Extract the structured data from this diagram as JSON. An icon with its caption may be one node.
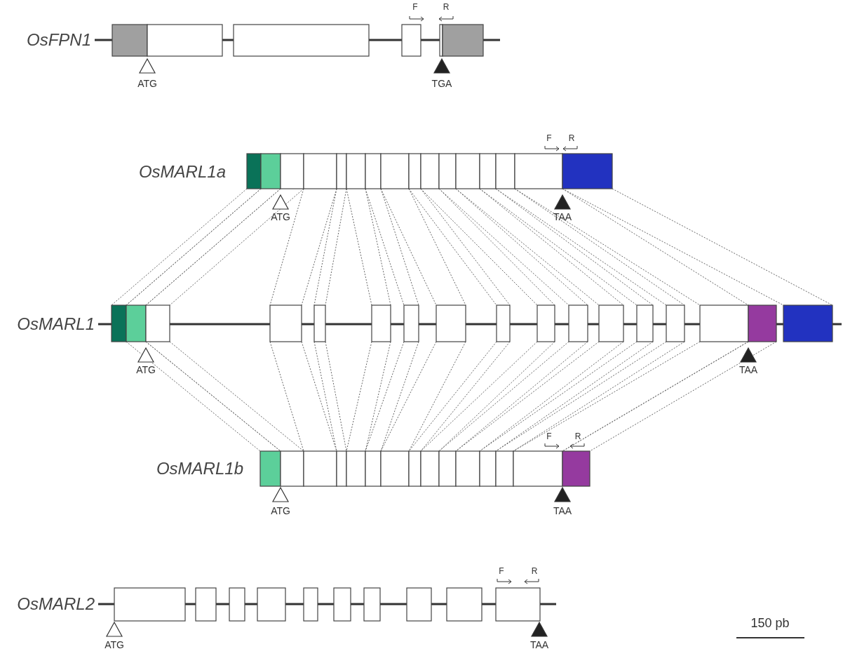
{
  "diagram": {
    "nodes": [
      {
        "text": [],
        "shape": "box"
      },
      {
        "text": [],
        "shape": "box"
      },
      {
        "text": [],
        "shape": "box"
      },
      {
        "text": [],
        "shape": "box"
      },
      {
        "text": [],
        "shape": "box"
      },
      {
        "text": [],
        "shape": "box"
      },
      {
        "text": [],
        "shape": "box"
      },
      {
        "text": [],
        "shape": "box"
      },
      {
        "text": [],
        "shape": "box"
      },
      {
        "text": [],
        "shape": "box"
      },
      {
        "text": [],
        "shape": "box"
      },
      {
        "text": [],
        "shape": "box"
      },
      {
        "text": [],
        "shape": "box"
      },
      {
        "text": [],
        "shape": "box"
      },
      {
        "text": [],
        "shape": "box"
      },
      {
        "text": [],
        "shape": "box"
      },
      {
        "text": [],
        "shape": "box"
      },
      {
        "text": [],
        "shape": "box"
      },
      {
        "text": [],
        "shape": "box"
      },
      {
        "text": [],
        "shape": "box"
      },
      {
        "text": [],
        "shape": "box"
      },
      {
        "text": [],
        "shape": "box"
      },
      {
        "text": [],
        "shape": "box"
      },
      {
        "text": [],
        "shape": "box"
      },
      {
        "text": [],
        "shape": "box"
      },
      {
        "text": [],
        "shape": "box"
      },
      {
        "text": [],
        "shape": "box"
      },
      {
        "text": [],
        "shape": "box"
      },
      {
        "text": [],
        "shape": "box"
      },
      {
        "text": [],
        "shape": "box"
      },
      {
        "text": [],
        "shape": "box"
      },
      {
        "text": [],
        "shape": "box"
      },
      {
        "text": [],
        "shape": "box"
      },
      {
        "text": [],
        "shape": "box"
      },
      {
        "text": [],
        "shape": "box"
      },
      {
        "text": [],
        "shape": "box"
      },
      {
        "text": [],
        "shape": "box"
      },
      {
        "text": [],
        "shape": "box"
      },
      {
        "text": [],
        "shape": "box"
      },
      {
        "text": [],
        "shape": "box"
      },
      {
        "text": [],
        "shape": "box"
      },
      {
        "text": [],
        "shape": "box"
      },
      {
        "text": [],
        "shape": "box"
      },
      {
        "text": [],
        "shape": "box"
      },
      {
        "text": [],
        "shape": "box"
      },
      {
        "text": [],
        "shape": "box"
      },
      {
        "text": [],
        "shape": "box"
      },
      {
        "text": [],
        "shape": "box"
      }
    ],
    "edges": [
      {
        "from": 0,
        "to": 16,
        "arrow": "none",
        "style": "dashed"
      },
      {
        "from": 0,
        "to": 16,
        "arrow": "none",
        "style": "dashed"
      },
      {
        "from": 1,
        "to": 17,
        "arrow": "none",
        "style": "dashed"
      },
      {
        "from": 1,
        "to": 17,
        "arrow": "none",
        "style": "dashed"
      },
      {
        "from": 2,
        "to": 18,
        "arrow": "none",
        "style": "dashed"
      },
      {
        "from": 2,
        "to": 18,
        "arrow": "none",
        "style": "dashed"
      },
      {
        "from": 3,
        "to": 19,
        "arrow": "none",
        "style": "dashed"
      },
      {
        "from": 3,
        "to": 19,
        "arrow": "none",
        "style": "dashed"
      },
      {
        "from": 4,
        "to": 20,
        "arrow": "none",
        "style": "dashed"
      },
      {
        "from": 4,
        "to": 20,
        "arrow": "none",
        "style": "dashed"
      },
      {
        "from": 5,
        "to": 21,
        "arrow": "none",
        "style": "dashed"
      },
      {
        "from": 5,
        "to": 21,
        "arrow": "none",
        "style": "dashed"
      },
      {
        "from": 6,
        "to": 22,
        "arrow": "none",
        "style": "dashed"
      },
      {
        "from": 6,
        "to": 22,
        "arrow": "none",
        "style": "dashed"
      },
      {
        "from": 7,
        "to": 23,
        "arrow": "none",
        "style": "dashed"
      },
      {
        "from": 7,
        "to": 23,
        "arrow": "none",
        "style": "dashed"
      },
      {
        "from": 8,
        "to": 24,
        "arrow": "none",
        "style": "dashed"
      },
      {
        "from": 8,
        "to": 24,
        "arrow": "none",
        "style": "dashed"
      },
      {
        "from": 9,
        "to": 25,
        "arrow": "none",
        "style": "dashed"
      },
      {
        "from": 9,
        "to": 25,
        "arrow": "none",
        "style": "dashed"
      },
      {
        "from": 10,
        "to": 26,
        "arrow": "none",
        "style": "dashed"
      },
      {
        "from": 10,
        "to": 26,
        "arrow": "none",
        "style": "dashed"
      },
      {
        "from": 11,
        "to": 27,
        "arrow": "none",
        "style": "dashed"
      },
      {
        "from": 11,
        "to": 27,
        "arrow": "none",
        "style": "dashed"
      },
      {
        "from": 12,
        "to": 28,
        "arrow": "none",
        "style": "dashed"
      },
      {
        "from": 12,
        "to": 28,
        "arrow": "none",
        "style": "dashed"
      },
      {
        "from": 13,
        "to": 29,
        "arrow": "none",
        "style": "dashed"
      },
      {
        "from": 13,
        "to": 29,
        "arrow": "none",
        "style": "dashed"
      },
      {
        "from": 14,
        "to": 30,
        "arrow": "none",
        "style": "dashed"
      },
      {
        "from": 14,
        "to": 30,
        "arrow": "none",
        "style": "dashed"
      },
      {
        "from": 15,
        "to": 32,
        "arrow": "none",
        "style": "dashed"
      },
      {
        "from": 15,
        "to": 32,
        "arrow": "none",
        "style": "dashed"
      },
      {
        "from": 17,
        "to": 33,
        "arrow": "none",
        "style": "dashed"
      },
      {
        "from": 17,
        "to": 33,
        "arrow": "none",
        "style": "dashed"
      },
      {
        "from": 18,
        "to": 34,
        "arrow": "none",
        "style": "dashed"
      },
      {
        "from": 18,
        "to": 34,
        "arrow": "none",
        "style": "dashed"
      },
      {
        "from": 19,
        "to": 35,
        "arrow": "none",
        "style": "dashed"
      },
      {
        "from": 19,
        "to": 35,
        "arrow": "none",
        "style": "dashed"
      },
      {
        "from": 20,
        "to": 36,
        "arrow": "none",
        "style": "dashed"
      },
      {
        "from": 20,
        "to": 36,
        "arrow": "none",
        "style": "dashed"
      },
      {
        "from": 21,
        "to": 37,
        "arrow": "none",
        "style": "dashed"
      },
      {
        "from": 21,
        "to": 37,
        "arrow": "none",
        "style": "dashed"
      },
      {
        "from": 22,
        "to": 38,
        "arrow": "none",
        "style": "dashed"
      },
      {
        "from": 22,
        "to": 38,
        "arrow": "none",
        "style": "dashed"
      },
      {
        "from": 23,
        "to": 39,
        "arrow": "none",
        "style": "dashed"
      },
      {
        "from": 23,
        "to": 39,
        "arrow": "none",
        "style": "dashed"
      },
      {
        "from": 24,
        "to": 40,
        "arrow": "none",
        "style": "dashed"
      },
      {
        "from": 24,
        "to": 40,
        "arrow": "none",
        "style": "dashed"
      },
      {
        "from": 25,
        "to": 41,
        "arrow": "none",
        "style": "dashed"
      },
      {
        "from": 25,
        "to": 41,
        "arrow": "none",
        "style": "dashed"
      },
      {
        "from": 26,
        "to": 42,
        "arrow": "none",
        "style": "dashed"
      },
      {
        "from": 26,
        "to": 42,
        "arrow": "none",
        "style": "dashed"
      },
      {
        "from": 27,
        "to": 43,
        "arrow": "none",
        "style": "dashed"
      },
      {
        "from": 27,
        "to": 43,
        "arrow": "none",
        "style": "dashed"
      },
      {
        "from": 28,
        "to": 44,
        "arrow": "none",
        "style": "dashed"
      },
      {
        "from": 28,
        "to": 44,
        "arrow": "none",
        "style": "dashed"
      },
      {
        "from": 29,
        "to": 45,
        "arrow": "none",
        "style": "dashed"
      },
      {
        "from": 29,
        "to": 45,
        "arrow": "none",
        "style": "dashed"
      },
      {
        "from": 30,
        "to": 46,
        "arrow": "none",
        "style": "dashed"
      },
      {
        "from": 30,
        "to": 46,
        "arrow": "none",
        "style": "dashed"
      },
      {
        "from": 31,
        "to": 47,
        "arrow": "none",
        "style": "dashed"
      },
      {
        "from": 31,
        "to": 47,
        "arrow": "none",
        "style": "dashed"
      }
    ],
    "labels": [
      "F",
      "R",
      "OsFPN1",
      "ATG",
      "TGA",
      "F",
      "R",
      "OsMARL1a",
      "ATG",
      "TAA",
      "OsMARL1",
      "ATG",
      "TAA",
      "F",
      "R",
      "OsMARL1b",
      "ATG",
      "TAA",
      "F",
      "R",
      "OsMARL2",
      "150 pb",
      "ATG",
      "TAA"
    ]
  }
}
